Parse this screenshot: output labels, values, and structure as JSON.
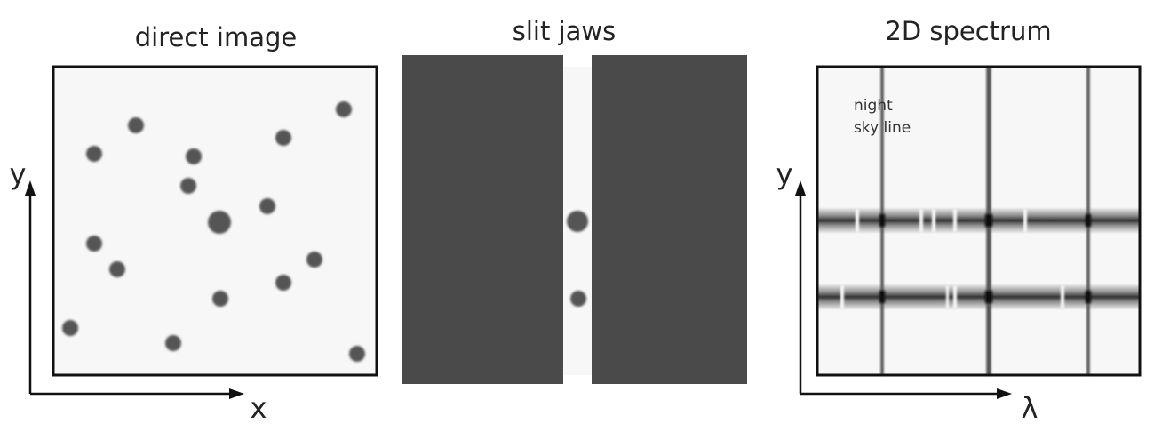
{
  "panels": {
    "direct_image": {
      "title": "direct image",
      "x_label": "x",
      "y_label": "y"
    },
    "slit_jaws": {
      "title": "slit jaws"
    },
    "spectrum": {
      "title": "2D spectrum",
      "x_label": "λ",
      "y_label": "y",
      "annotation_line1": "night",
      "annotation_line2": "sky line"
    }
  },
  "colors": {
    "background": "#f7f7f7",
    "star": "#555555",
    "jaw": "#4a4a4a",
    "frame": "#111111",
    "sky_line": "#555555",
    "trace": "#444444"
  }
}
